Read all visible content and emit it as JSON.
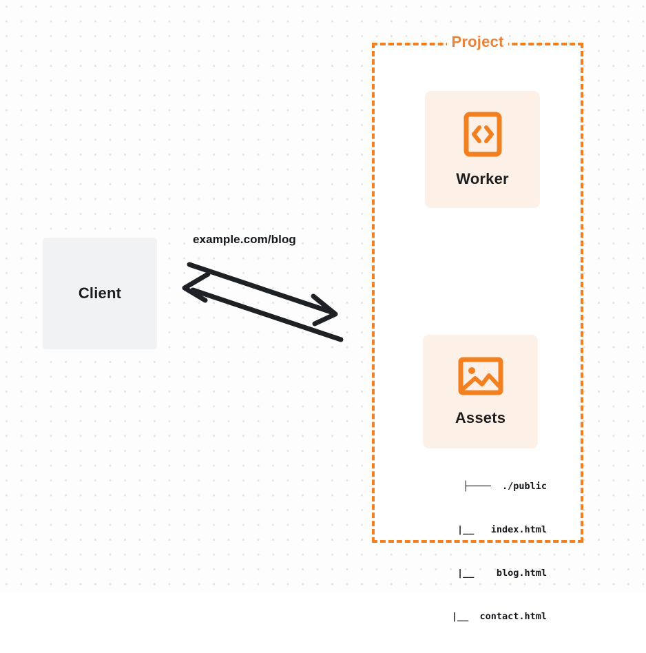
{
  "diagram": {
    "type": "architecture-diagram",
    "background": "dotted-grid",
    "colors": {
      "accent_orange": "#f38020",
      "title_orange": "#e8833a",
      "card_background": "#fdf1e7",
      "client_background": "#f1f2f4",
      "text_dark": "#14181c",
      "grid_dot": "#e6e6e6"
    }
  },
  "client": {
    "label": "Client"
  },
  "connection": {
    "label": "example.com/blog",
    "request_direction": "client-to-project",
    "response_direction": "project-to-client"
  },
  "project": {
    "title": "Project",
    "border_style": "dashed",
    "nodes": [
      {
        "id": "worker",
        "label": "Worker",
        "icon": "code-brackets-icon"
      },
      {
        "id": "assets",
        "label": "Assets",
        "icon": "image-icon"
      }
    ]
  },
  "assets_tree": {
    "lines": [
      "├────  ./public",
      "  |__   index.html",
      "  |__    blog.html",
      "  |__  contact.html"
    ],
    "root": "./public",
    "files": [
      "index.html",
      "blog.html",
      "contact.html"
    ]
  }
}
